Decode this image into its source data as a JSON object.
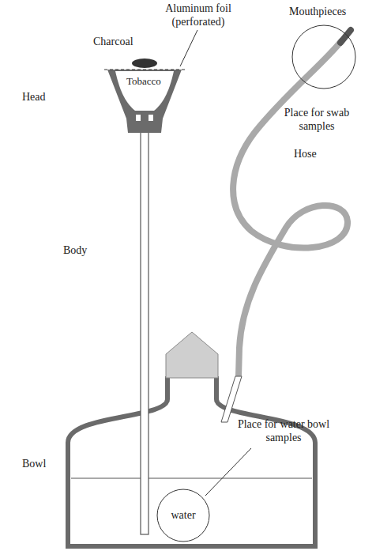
{
  "diagram": {
    "nodes": [
      {
        "text": [
          "water"
        ]
      }
    ],
    "labels": [
      "Mouthpieces",
      "Aluminum foil (perforated)",
      "Charcoal",
      "Tobacco",
      "Head",
      "Place for swab samples",
      "Hose",
      "Body",
      "Place for water bowl samples",
      "Bowl"
    ]
  }
}
